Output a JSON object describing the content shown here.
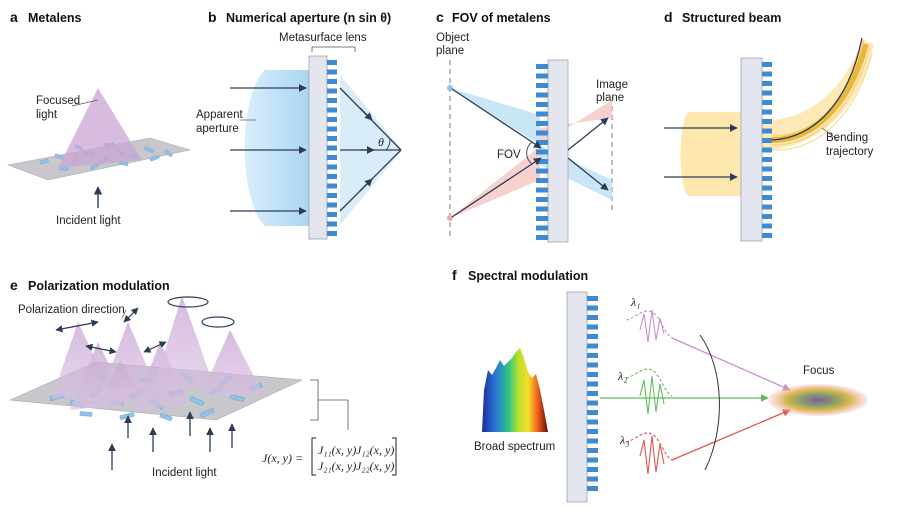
{
  "panels": {
    "a": {
      "letter": "a",
      "title": "Metalens",
      "focused": [
        "Focused",
        "light"
      ],
      "incident": "Incident light"
    },
    "b": {
      "letter": "b",
      "title": "Numerical aperture (n sin θ)",
      "metasurface": "Metasurface lens",
      "apparent": [
        "Apparent",
        "aperture"
      ],
      "theta": "θ"
    },
    "c": {
      "letter": "c",
      "title": "FOV of metalens",
      "object": [
        "Object",
        "plane"
      ],
      "image": [
        "Image",
        "plane"
      ],
      "fov": "FOV"
    },
    "d": {
      "letter": "d",
      "title": "Structured beam",
      "bending": [
        "Bending",
        "trajectory"
      ]
    },
    "e": {
      "letter": "e",
      "title": "Polarization modulation",
      "polarization": "Polarization direction",
      "incident": "Incident light",
      "jones": {
        "lhs": "J(x, y) =",
        "j11": "J₁₁(x, y)",
        "j12": "J₁₂(x, y)",
        "j21": "J₂₁(x, y)",
        "j22": "J₂₂(x, y)"
      }
    },
    "f": {
      "letter": "f",
      "title": "Spectral modulation",
      "broad": "Broad spectrum",
      "focus": "Focus",
      "lambda1": "λ₁",
      "lambda2": "λ₂",
      "lambda3": "λ₃"
    }
  },
  "colors": {
    "lens": "#e3e6ee",
    "lensStroke": "#9aa3b5",
    "pillar": "#3f8bd1",
    "arrow": "#2e3b57",
    "cone": "#c9a6d4",
    "substrate": "#c8c8cc",
    "nanoBlock": "#8fc3e8",
    "blueFill": "#bfe2f5",
    "pinkFill": "#f6c9c6",
    "beamGold": "#e9b63e",
    "beamFill": "#fde7ad",
    "lambda1": "#c98fcf",
    "lambda2": "#5fbf5a",
    "lambda3": "#e2564f"
  }
}
